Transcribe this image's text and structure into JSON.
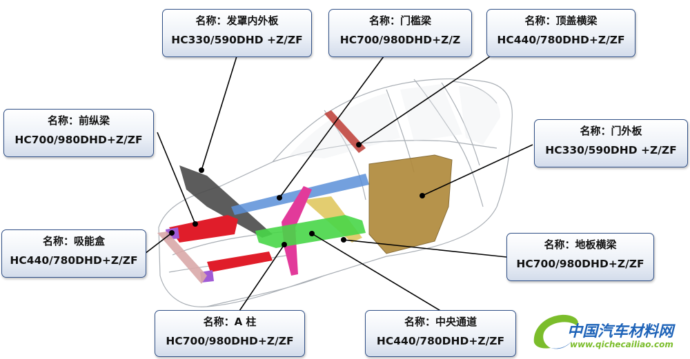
{
  "labels": {
    "hood": {
      "name": "名称：发罩内外板",
      "grade": "HC330/590DHD +Z/ZF"
    },
    "sill": {
      "name": "名称：门槛梁",
      "grade": "HC700/980DHD+Z/Z"
    },
    "roof_crossbeam": {
      "name": "名称：顶盖横梁",
      "grade": "HC440/780DHD+Z/ZF"
    },
    "front_rail": {
      "name": "名称：前纵梁",
      "grade": "HC700/980DHD+Z/ZF"
    },
    "door_outer": {
      "name": "名称：门外板",
      "grade": "HC330/590DHD +Z/ZF"
    },
    "crash_box": {
      "name": "名称：吸能盒",
      "grade": "HC440/780DHD+Z/ZF"
    },
    "floor_crossbeam": {
      "name": "名称：地板横梁",
      "grade": "HC700/980DHD+Z/ZF"
    },
    "a_pillar": {
      "name": "名称：A 柱",
      "grade": "HC700/980DHD+Z/ZF"
    },
    "center_tunnel": {
      "name": "名称：中央通道",
      "grade": "HC440/780DHD+Z/ZF"
    }
  },
  "watermark": {
    "cn": "中国汽车材料网",
    "url": "www.qichecailiao.com"
  },
  "colors": {
    "box_border": "#2f4f86",
    "hood_part": "#4a4a4a",
    "sill_part": "#5b8fd8",
    "roof_crossbeam_part": "#c0463f",
    "front_rail_part": "#e01d2a",
    "door_part": "#b08a3c",
    "crash_box_part": "#a05bd6",
    "floor_crossbeam_part": "#e0c860",
    "a_pillar_part": "#e23a9a",
    "center_tunnel_part": "#48d648",
    "logo_blue": "#1e63b8",
    "logo_green": "#7bbd2b"
  }
}
